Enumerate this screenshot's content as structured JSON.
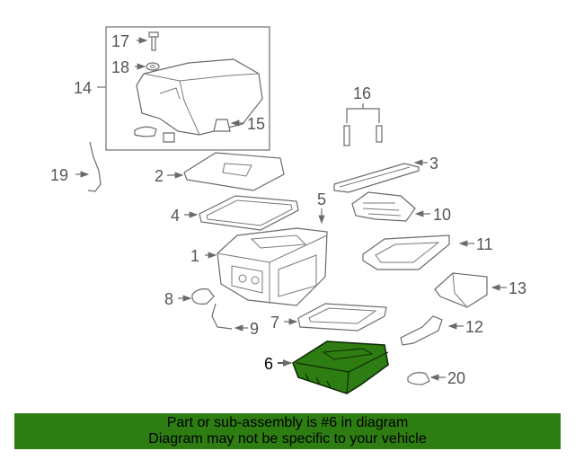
{
  "highlight_color": "#2e7d12",
  "callouts": {
    "c1": "1",
    "c2": "2",
    "c3": "3",
    "c4": "4",
    "c5": "5",
    "c6": "6",
    "c7": "7",
    "c8": "8",
    "c9": "9",
    "c10": "10",
    "c11": "11",
    "c12": "12",
    "c13": "13",
    "c14": "14",
    "c15": "15",
    "c16": "16",
    "c17": "17",
    "c18": "18",
    "c19": "19",
    "c20": "20"
  },
  "banner": {
    "line1": "Part or sub-assembly is #6 in diagram",
    "line2": "Diagram may not be specific to your vehicle"
  }
}
